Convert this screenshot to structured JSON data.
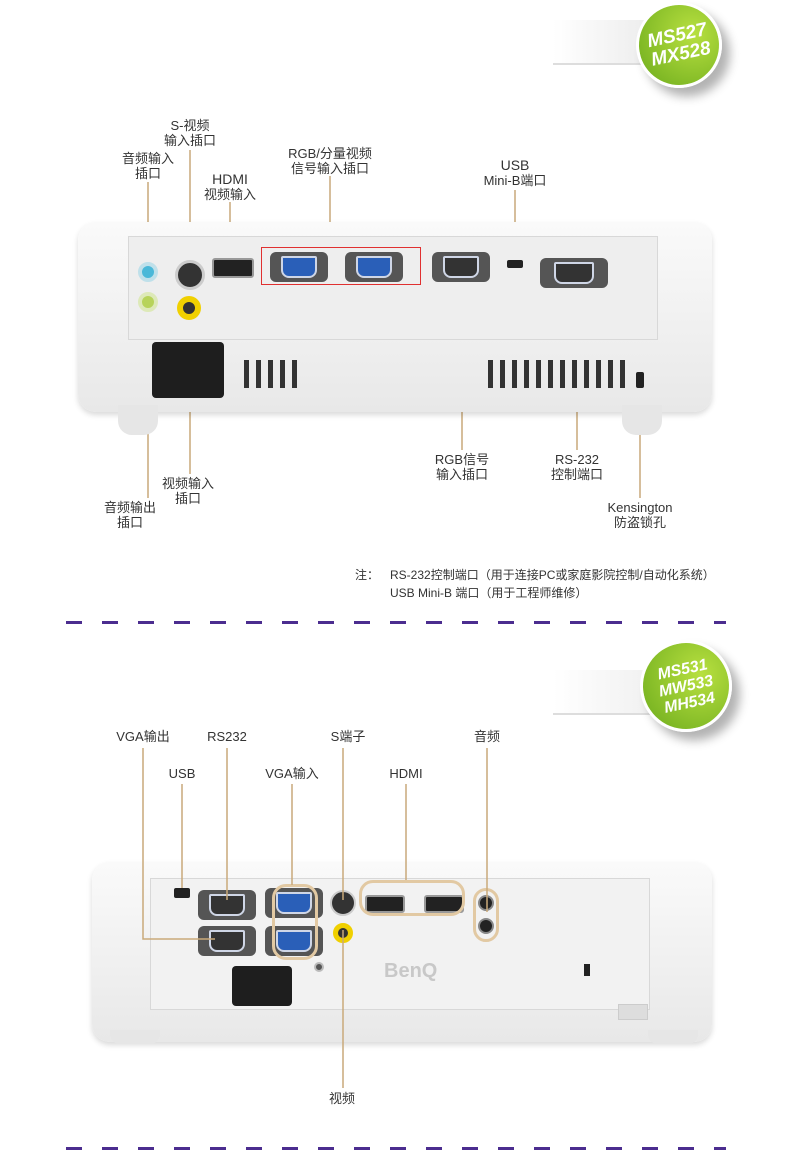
{
  "section1": {
    "badge": [
      "MS527",
      "MX528"
    ],
    "labels": {
      "s_video": [
        "S-视频",
        "输入插口"
      ],
      "audio_in": [
        "音频输入",
        "插口"
      ],
      "hdmi": [
        "HDMI",
        "视频输入"
      ],
      "rgb_component": [
        "RGB/分量视频",
        "信号输入插口"
      ],
      "usb": [
        "USB",
        "Mini-B端口"
      ],
      "rgb_signal": [
        "RGB信号",
        "输入插口"
      ],
      "rs232": [
        "RS-232",
        "控制端口"
      ],
      "kensington": [
        "Kensington",
        "防盗锁孔"
      ],
      "video_in": [
        "视频输入",
        "插口"
      ],
      "audio_out": [
        "音频输出",
        "插口"
      ]
    },
    "note": {
      "prefix": "注：",
      "lines": [
        "RS-232控制端口（用于连接PC或家庭影院控制/自动化系统）",
        "USB Mini-B 端口（用于工程师维修）"
      ]
    }
  },
  "section2": {
    "badge": [
      "MS531",
      "MW533",
      "MH534"
    ],
    "labels": {
      "vga_out": "VGA输出",
      "rs232": "RS232",
      "s_terminal": "S端子",
      "audio": "音频",
      "usb": "USB",
      "vga_in": "VGA输入",
      "hdmi": "HDMI",
      "video": "视频"
    },
    "brand_logo": "BenQ"
  },
  "colors": {
    "leader_line": "#c9a97a",
    "divider": "#4b2d8f",
    "badge_green": "#8cc63f",
    "highlight_rgb": "#e03030",
    "vga_blue": "#2a5fb8"
  }
}
